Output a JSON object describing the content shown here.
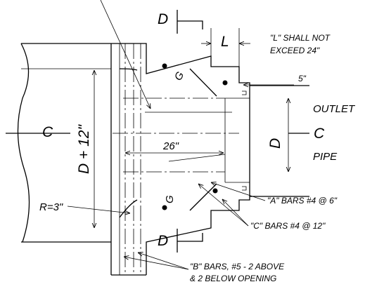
{
  "section_label": "D",
  "lap_label": "L",
  "lap_note": [
    "\"L\" SHALL NOT",
    "EXCEED 24\""
  ],
  "cover_label": "5\"",
  "outlet_label": "OUTLET",
  "pipe_centerline_label": "C",
  "pipe_label": "PIPE",
  "pipe_diameter_label": "D",
  "box_centerline_label": "C",
  "height_label": "D + 12\"",
  "width_label": "26\"",
  "g_label": "G",
  "radius_label": "R=3\"",
  "a_bars_label": "\"A\" BARS #4 @ 6\"",
  "c_bars_label": "\"C\" BARS #4 @ 12\"",
  "b_bars_note": [
    "\"B\" BARS, #5 - 2 ABOVE",
    "& 2 BELOW OPENING"
  ]
}
